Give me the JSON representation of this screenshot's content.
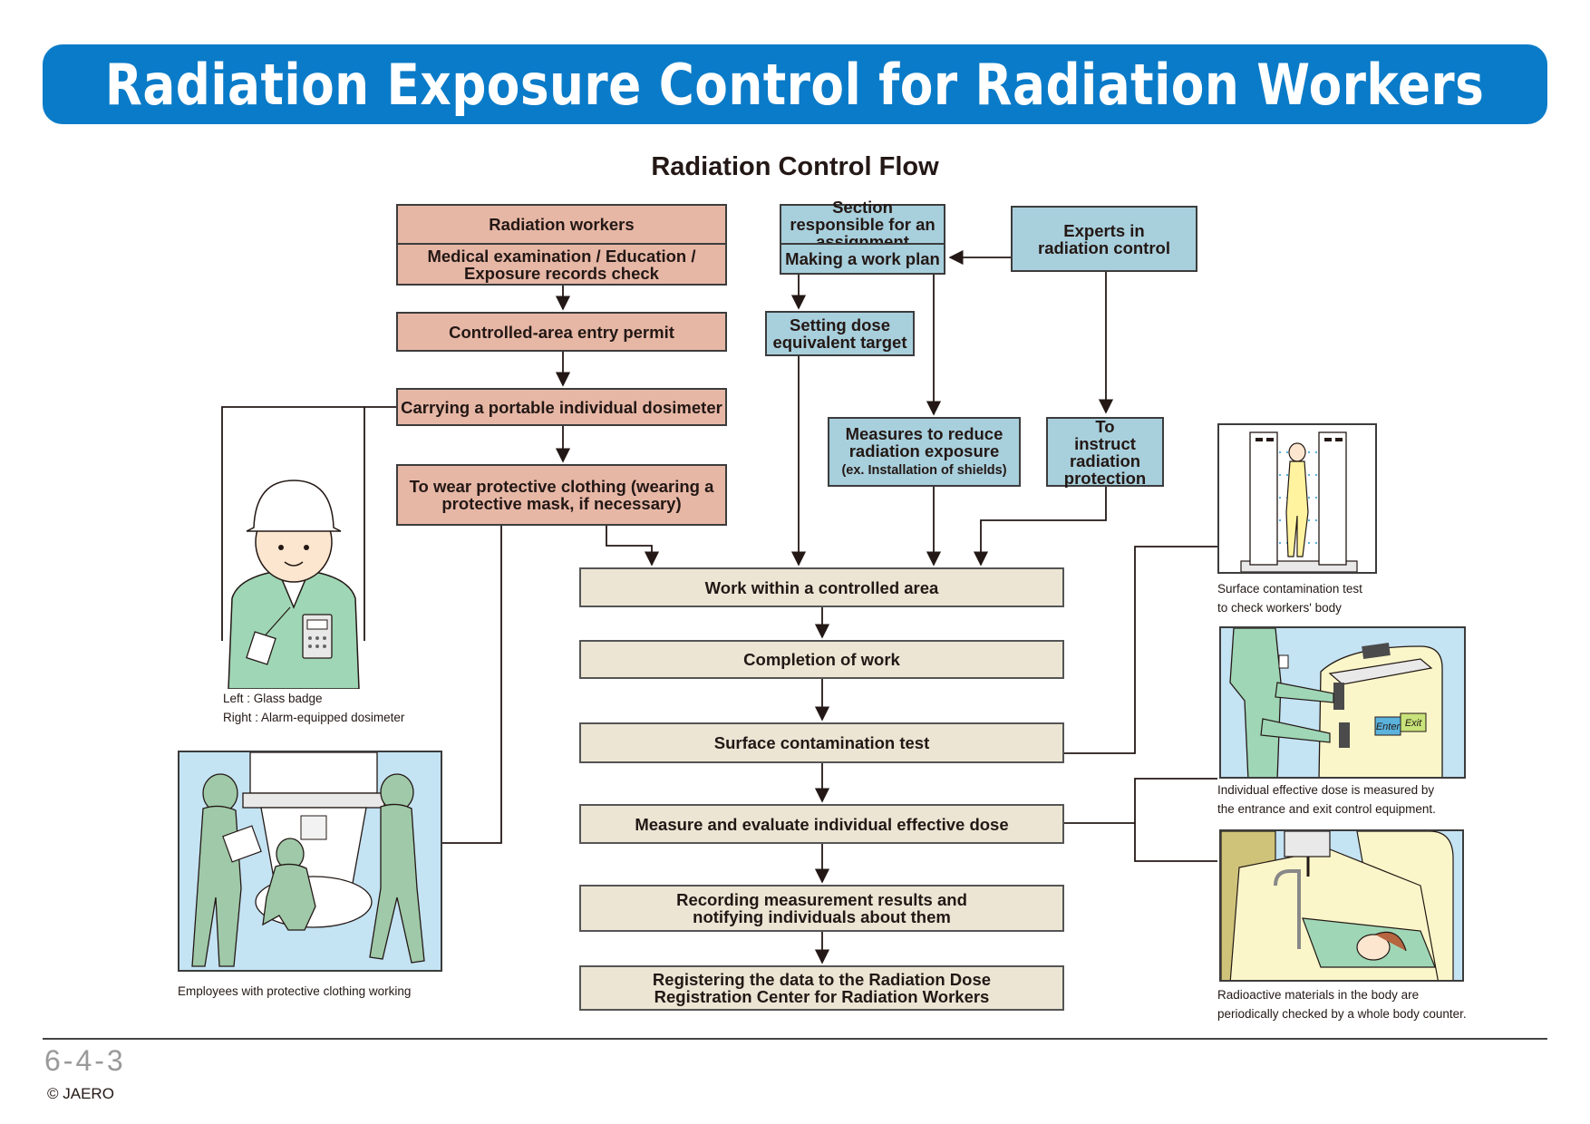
{
  "title": "Radiation Exposure Control for Radiation Workers",
  "subtitle": "Radiation Control Flow",
  "worker_boxes": {
    "radiation_workers": "Radiation workers",
    "medical": "Medical examination / Education / Exposure records check",
    "entry_permit": "Controlled-area entry permit",
    "dosimeter": "Carrying a portable individual dosimeter",
    "clothing": "To wear protective clothing (wearing a protective mask, if necessary)"
  },
  "planning_boxes": {
    "section": "Section responsible for an assignment",
    "work_plan": "Making a work plan",
    "experts": "Experts in radiation control",
    "dose_target": "Setting dose equivalent target",
    "measures": "Measures to reduce radiation exposure",
    "measures_note": "(ex. Installation of shields)",
    "instruct": "To instruct radiation protection"
  },
  "flow_steps": [
    "Work within a controlled area",
    "Completion of work",
    "Surface contamination test",
    "Measure and evaluate individual effective dose",
    "Recording measurement results and notifying individuals about them",
    "Registering the data to the Radiation Dose Registration Center for Radiation Workers"
  ],
  "captions": {
    "badge_left": "Left : Glass badge",
    "badge_right": "Right : Alarm-equipped dosimeter",
    "clothing_workers": "Employees with protective clothing working",
    "surface_test_1": "Surface contamination test",
    "surface_test_2": "to check workers' body",
    "entrance_1": "Individual effective dose is measured by",
    "entrance_2": "the entrance and exit control equipment.",
    "wbc_1": "Radioactive materials in the body are",
    "wbc_2": "periodically checked by a whole body counter."
  },
  "gate_labels": {
    "enter": "Enter",
    "exit": "Exit"
  },
  "footer": {
    "page": "6-4-3",
    "copyright": "© JAERO"
  },
  "colors": {
    "banner": "#0a7bc8",
    "worker_box": "#e7b7a6",
    "planning_box": "#a8cfdc",
    "flow_box": "#ece5d4",
    "illustration_bg": "#c4e3f3"
  },
  "icons": [
    "worker-illustration",
    "protective-suit-workers-illustration",
    "surface-monitor-illustration",
    "entrance-exit-equipment-illustration",
    "whole-body-counter-illustration"
  ]
}
